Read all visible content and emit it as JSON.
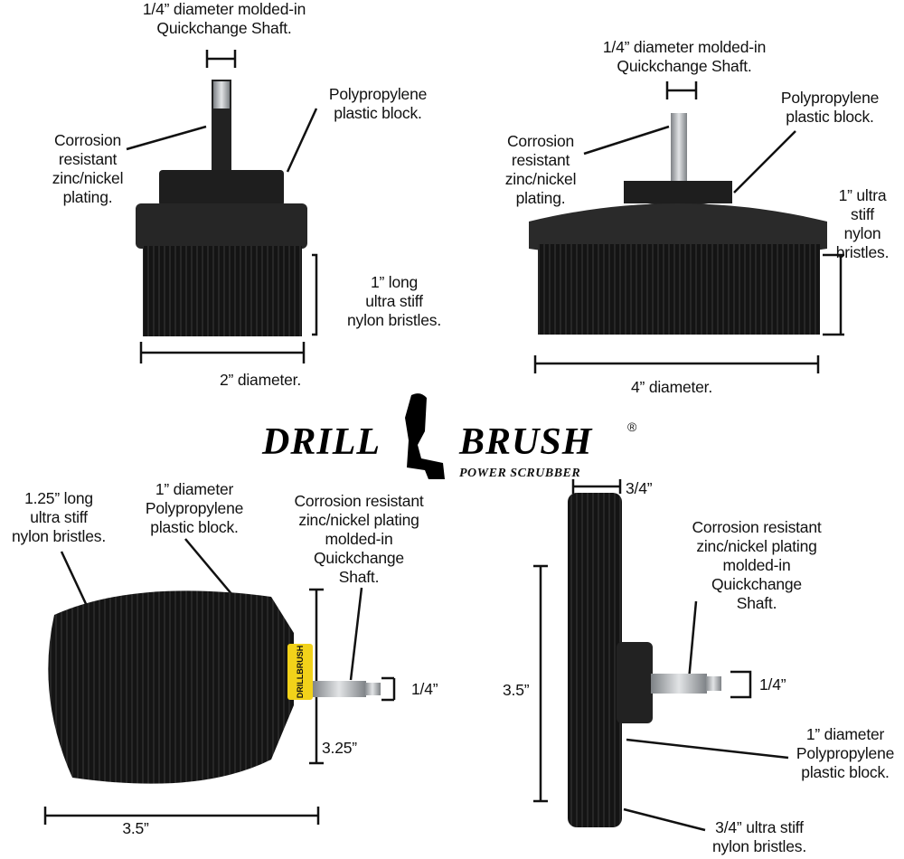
{
  "brush_2in": {
    "shaft_label": "1/4” diameter molded-in\nQuickchange Shaft.",
    "block_label": "Polypropylene\nplastic block.",
    "plating_label": "Corrosion\nresistant\nzinc/nickel\nplating.",
    "bristle_label": "1” long\nultra stiff\nnylon bristles.",
    "diameter_label": "2” diameter."
  },
  "brush_4in": {
    "shaft_label": "1/4” diameter molded-in\nQuickchange Shaft.",
    "block_label": "Polypropylene\nplastic block.",
    "plating_label": "Corrosion\nresistant\nzinc/nickel\nplating.",
    "bristle_label": "1” ultra\nstiff nylon\nbristles.",
    "diameter_label": "4” diameter."
  },
  "logo": {
    "word_left": "DRILL",
    "word_right": "BRUSH",
    "registered": "®",
    "subtitle": "POWER SCRUBBER"
  },
  "brush_cylinder": {
    "bristle_label": "1.25” long\nultra stiff\nnylon bristles.",
    "block_label": "1” diameter\nPolypropylene\nplastic block.",
    "shaft_label": "Corrosion resistant\nzinc/nickel plating\nmolded-in\nQuickchange\nShaft.",
    "shaft_dim": "1/4”",
    "height_dim": "3.25”",
    "length_dim": "3.5”",
    "tag_text": "DRILLBRUSH"
  },
  "brush_wheel": {
    "width_dim": "3/4”",
    "shaft_label": "Corrosion resistant\nzinc/nickel plating\nmolded-in\nQuickchange\nShaft.",
    "shaft_dim": "1/4”",
    "diameter_dim": "3.5”",
    "block_label": "1” diameter\nPolypropylene\nplastic block.",
    "bristle_label": "3/4” ultra stiff\nnylon bristles."
  },
  "colors": {
    "bristle": "#141414",
    "block": "#232323",
    "shaft": "#b8bcc0",
    "tag": "#f2d21a"
  }
}
